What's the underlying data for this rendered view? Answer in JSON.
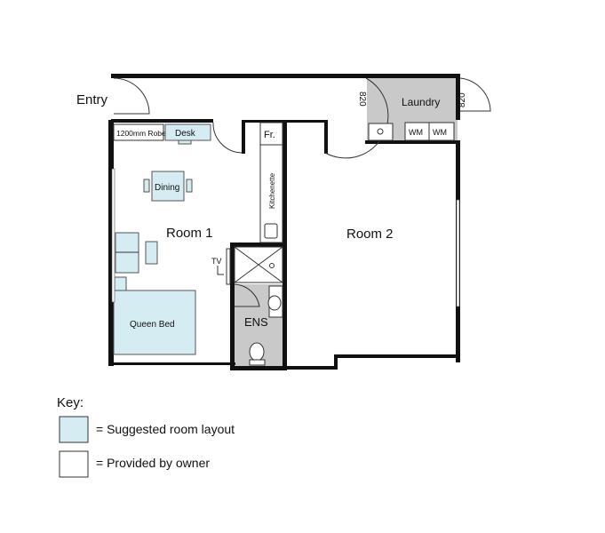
{
  "labels": {
    "entry": "Entry",
    "robe": "1200mm Robe",
    "desk": "Desk",
    "dining": "Dining",
    "room1": "Room 1",
    "room2": "Room 2",
    "fridge": "Fr.",
    "kitchenette": "Kitchenette",
    "tv": "TV",
    "ensuite": "ENS",
    "queen_bed": "Queen Bed",
    "laundry": "Laundry",
    "door_width_left": "820",
    "door_width_right": "820",
    "wm1": "WM",
    "wm2": "WM"
  },
  "key": {
    "title": "Key:",
    "items": [
      {
        "label": "= Suggested room layout",
        "color": "#d4ecf2"
      },
      {
        "label": "= Provided by owner",
        "color": "#ffffff"
      }
    ]
  }
}
